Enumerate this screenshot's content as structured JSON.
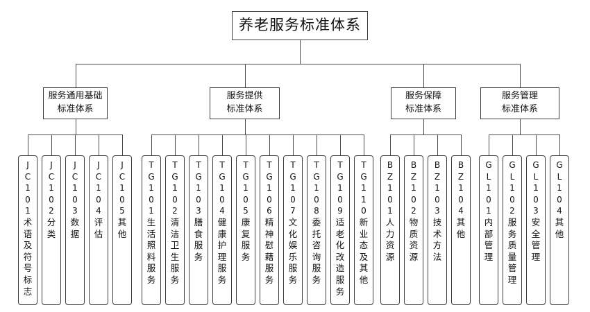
{
  "diagram": {
    "title": "养老服务标准体系",
    "type": "hierarchy-tree",
    "colors": {
      "background": "#ffffff",
      "border": "#3c3c3c",
      "connector": "#4a4a4a",
      "text": "#111111"
    },
    "root": {
      "code": "",
      "label": "养老服务标准体系"
    },
    "branches": [
      {
        "id": "jc",
        "label_lines": [
          "服务通用基础",
          "标准体系"
        ],
        "label": "服务通用基础标准体系",
        "leaves": [
          {
            "code": "JC101",
            "name": "术语及符号标志",
            "text": "JC101术语及符号标志"
          },
          {
            "code": "JC102",
            "name": "分类",
            "text": "JC102分类"
          },
          {
            "code": "JC103",
            "name": "数据",
            "text": "JC103数据"
          },
          {
            "code": "JC104",
            "name": "评估",
            "text": "JC104评估"
          },
          {
            "code": "JC105",
            "name": "其他",
            "text": "JC105其他"
          }
        ]
      },
      {
        "id": "tg",
        "label_lines": [
          "服务提供",
          "标准体系"
        ],
        "label": "服务提供标准体系",
        "leaves": [
          {
            "code": "TG101",
            "name": "生活照料服务",
            "text": "TG101生活照料服务"
          },
          {
            "code": "TG102",
            "name": "清洁卫生服务",
            "text": "TG102清洁卫生服务"
          },
          {
            "code": "TG103",
            "name": "膳食服务",
            "text": "TG103膳食服务"
          },
          {
            "code": "TG104",
            "name": "健康护理服务",
            "text": "TG104健康护理服务"
          },
          {
            "code": "TG105",
            "name": "康复服务",
            "text": "TG105康复服务"
          },
          {
            "code": "TG106",
            "name": "精神慰藉服务",
            "text": "TG106精神慰藉服务"
          },
          {
            "code": "TG107",
            "name": "文化娱乐服务",
            "text": "TG107文化娱乐服务"
          },
          {
            "code": "TG108",
            "name": "委托咨询服务",
            "text": "TG108委托咨询服务"
          },
          {
            "code": "TG109",
            "name": "适老化改造服务",
            "text": "TG109适老化改造服务"
          },
          {
            "code": "TG110",
            "name": "新业态及其他",
            "text": "TG110新业态及其他"
          }
        ]
      },
      {
        "id": "bz",
        "label_lines": [
          "服务保障",
          "标准体系"
        ],
        "label": "服务保障标准体系",
        "leaves": [
          {
            "code": "BZ101",
            "name": "人力资源",
            "text": "BZ101人力资源"
          },
          {
            "code": "BZ102",
            "name": "物质资源",
            "text": "BZ102物质资源"
          },
          {
            "code": "BZ103",
            "name": "技术方法",
            "text": "BZ103技术方法"
          },
          {
            "code": "BZ104",
            "name": "其他",
            "text": "BZ104其他"
          }
        ]
      },
      {
        "id": "gl",
        "label_lines": [
          "服务管理",
          "标准体系"
        ],
        "label": "服务管理标准体系",
        "leaves": [
          {
            "code": "GL101",
            "name": "内部管理",
            "text": "GL101内部管理"
          },
          {
            "code": "GL102",
            "name": "服务质量管理",
            "text": "GL102服务质量管理"
          },
          {
            "code": "GL103",
            "name": "安全管理",
            "text": "GL103安全管理"
          },
          {
            "code": "GL104",
            "name": "其他",
            "text": "GL104其他"
          }
        ]
      }
    ]
  }
}
